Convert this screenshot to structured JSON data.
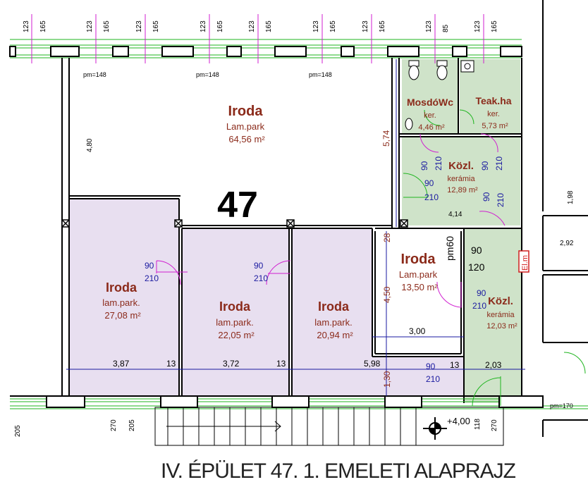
{
  "building_number": "47",
  "caption": "IV. ÉPÜLET 47.   1. EMELETI ALAPRAJZ",
  "rooms": [
    {
      "id": "iroda-large",
      "name": "Iroda",
      "floor": "Lam.park",
      "area": "64,56 m²"
    },
    {
      "id": "iroda-left",
      "name": "Iroda",
      "floor": "lam.park.",
      "area": "27,08 m²"
    },
    {
      "id": "iroda-mid1",
      "name": "Iroda",
      "floor": "lam.park.",
      "area": "22,05 m²"
    },
    {
      "id": "iroda-mid2",
      "name": "Iroda",
      "floor": "lam.park.",
      "area": "20,94 m²"
    },
    {
      "id": "iroda-small",
      "name": "Iroda",
      "floor": "Lam.park",
      "area": "13,50 m²"
    },
    {
      "id": "mosdo-wc",
      "name": "MosdóWc",
      "floor": "ker.",
      "area": "4,46 m²"
    },
    {
      "id": "teakonyha",
      "name": "Teak.ha",
      "floor": "ker.",
      "area": "5,73 m²"
    },
    {
      "id": "kozl-upper",
      "name": "Közl.",
      "floor": "kerámia",
      "area": "12,89 m²"
    },
    {
      "id": "kozl-lower",
      "name": "Közl.",
      "floor": "kerámia",
      "area": "12,03 m²"
    }
  ],
  "top_dims": [
    "123",
    "165",
    "123",
    "165",
    "123",
    "165",
    "123",
    "165",
    "123",
    "165",
    "123",
    "165",
    "123",
    "165",
    "123",
    "85",
    "123",
    "165"
  ],
  "pm_labels": [
    "pm=148",
    "pm=148",
    "pm=148",
    "pm=170"
  ],
  "dims": {
    "d480": "4,80",
    "d574": "5,74",
    "d414": "4,14",
    "d198": "1,98",
    "d292": "2,92",
    "d28": "28",
    "d450": "4,50",
    "d300": "3,00",
    "d387": "3,87",
    "d372": "3,72",
    "d598": "5,98",
    "d203": "2,03",
    "d13a": "13",
    "d13b": "13",
    "d13c": "13",
    "d130": "1,30",
    "d205": "205",
    "d270a": "270",
    "d205b": "205",
    "d118": "118",
    "d270b": "270",
    "pm60": "pm60",
    "d90b": "90",
    "d120": "120",
    "elm": "El.m"
  },
  "doors": {
    "w": "90",
    "h": "210"
  },
  "level": "+4,00"
}
